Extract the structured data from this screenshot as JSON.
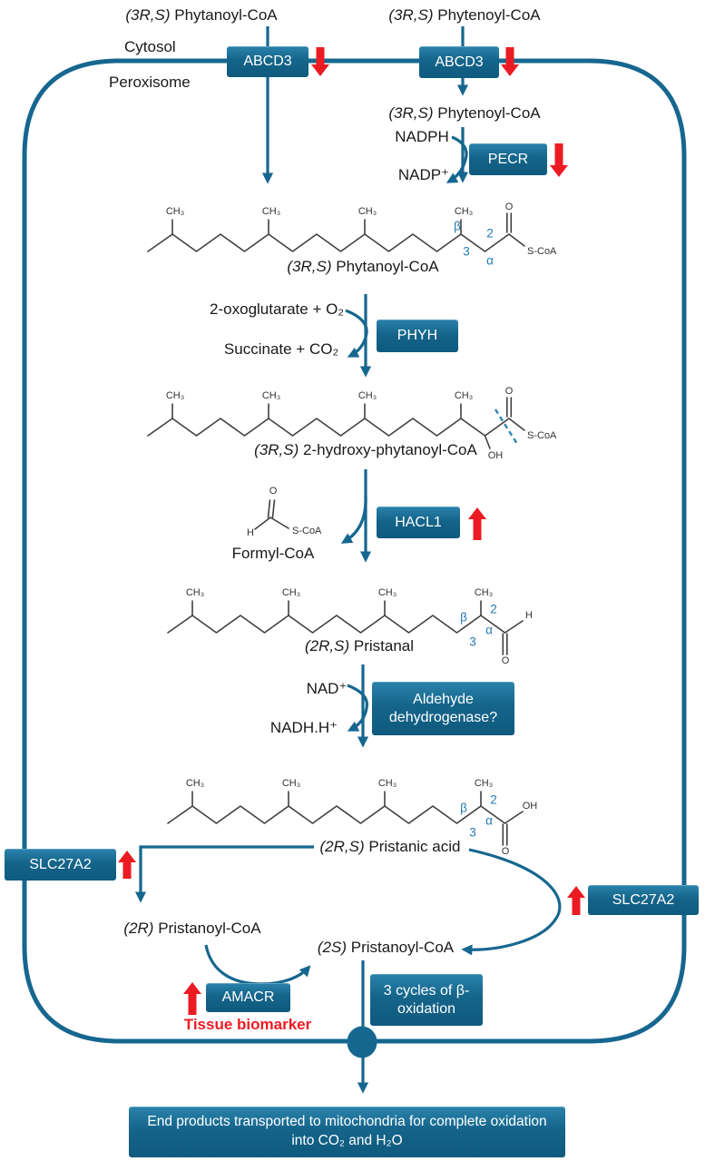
{
  "regions": {
    "cytosol": "Cytosol",
    "peroxisome": "Peroxisome"
  },
  "enzymes": {
    "abcd3": "ABCD3",
    "pecr": "PECR",
    "phyh": "PHYH",
    "hacl1": "HACL1",
    "aldehyde_dehydrogenase": "Aldehyde dehydrogenase?",
    "slc27a2": "SLC27A2",
    "amacr": "AMACR"
  },
  "metabolites": {
    "phytanoyl_coa_cytosol": {
      "stereo": "(3R,S)",
      "name": "Phytanoyl-CoA"
    },
    "phytenoyl_coa_cytosol": {
      "stereo": "(3R,S)",
      "name": "Phytenoyl-CoA"
    },
    "phytenoyl_coa_peroxisome": {
      "stereo": "(3R,S)",
      "name": "Phytenoyl-CoA"
    },
    "phytanoyl_coa": {
      "stereo": "(3R,S)",
      "name": "Phytanoyl-CoA"
    },
    "hydroxy_phytanoyl_coa": {
      "stereo": "(3R,S)",
      "name": "2-hydroxy-phytanoyl-CoA"
    },
    "pristanal": {
      "stereo": "(2R,S)",
      "name": "Pristanal"
    },
    "pristanic_acid": {
      "stereo": "(2R,S)",
      "name": "Pristanic acid"
    },
    "pristanoyl_coa_2r": {
      "stereo": "(2R)",
      "name": "Pristanoyl-CoA"
    },
    "pristanoyl_coa_2s": {
      "stereo": "(2S)",
      "name": "Pristanoyl-CoA"
    },
    "formyl_coa": "Formyl-CoA"
  },
  "cofactors": {
    "nadph": "NADPH",
    "nadp": "NADP⁺",
    "oxoglutarate": "2-oxoglutarate + O₂",
    "succinate": "Succinate + CO₂",
    "nad": "NAD⁺",
    "nadh": "NADH.H⁺"
  },
  "annotations": {
    "tissue_biomarker": "Tissue biomarker",
    "beta_oxidation": "3 cycles of β-oxidation",
    "end_products_line1": "End products transported to mitochondria for complete oxidation",
    "end_products_line2": "into CO₂ and H₂O"
  },
  "structure_labels": {
    "ch3": "CH₃",
    "oxygen": "O",
    "hydrogen": "H",
    "hydroxyl": "OH",
    "s_coa": "S-CoA",
    "alpha": "α",
    "beta": "β",
    "c2": "2",
    "c3": "3"
  },
  "colors": {
    "enzyme_box": "#15648a",
    "membrane": "#16678f",
    "regulation_red": "#ec1b23",
    "carbon_number_blue": "#2478b0"
  }
}
